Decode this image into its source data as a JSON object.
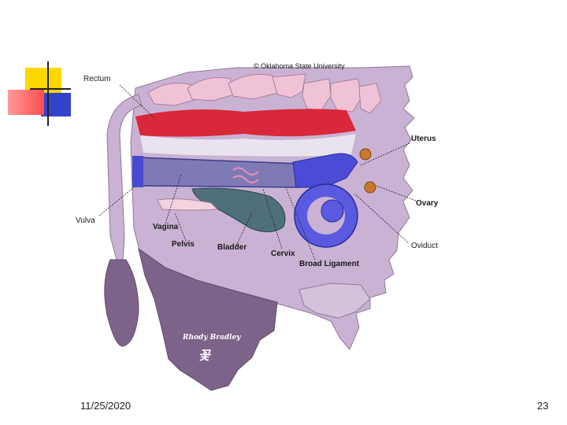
{
  "copyright": "© Oklahoma State University",
  "labels": {
    "rectum": "Rectum",
    "uterus": "Uterus",
    "ovary": "Ovary",
    "oviduct": "Oviduct",
    "vulva": "Vulva",
    "vagina": "Vagina",
    "pelvis": "Pelvis",
    "bladder": "Bladder",
    "cervix": "Cervix",
    "broad_ligament": "Broad Ligament"
  },
  "artist_credit": "Rhody Bradley",
  "footer": {
    "date": "11/25/2020",
    "page_number": "23"
  },
  "colors": {
    "body_light": "#c9b2d3",
    "body_dark": "#7d6389",
    "vertebrae": "#f0c2d8",
    "rectum": "#d8283a",
    "uterus": "#4b4bd6",
    "bladder": "#4f6f7c",
    "ovary": "#c9772a",
    "deco_yellow": "#ffd700",
    "deco_red": "#ff4d4d",
    "deco_blue": "#3344cc"
  }
}
